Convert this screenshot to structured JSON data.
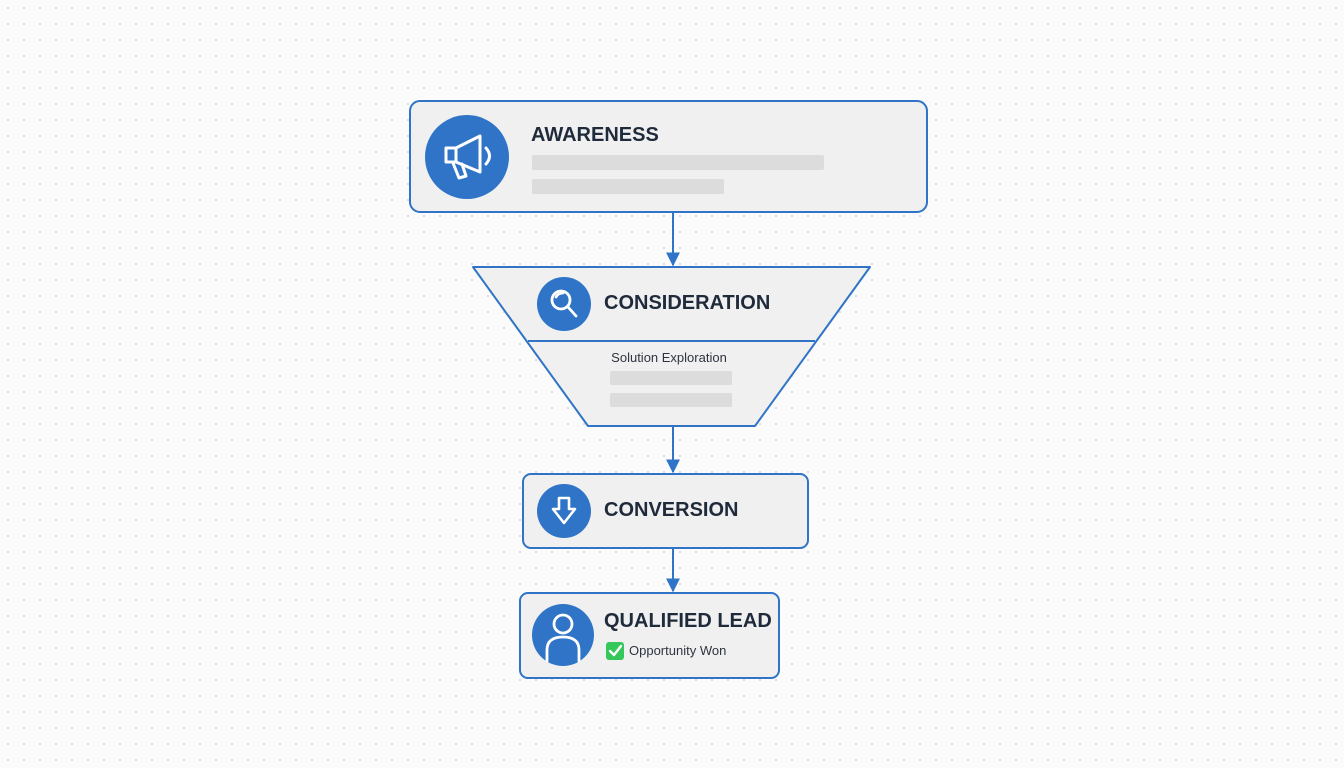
{
  "colors": {
    "accent": "#2f74c6",
    "box_fill": "#f0f0f1",
    "placeholder": "#dcdcdd",
    "title_text": "#1f2a3a",
    "check_green": "#34c759"
  },
  "stages": {
    "awareness": {
      "title": "AWARENESS",
      "icon": "megaphone-icon"
    },
    "consideration": {
      "title": "CONSIDERATION",
      "subtitle": "Solution Exploration",
      "icon": "magnifier-icon"
    },
    "conversion": {
      "title": "CONVERSION",
      "icon": "arrow-down-icon"
    },
    "qualified_lead": {
      "title": "QUALIFIED LEAD",
      "status": "Opportunity Won",
      "icon": "person-icon",
      "status_icon": "checkmark-icon"
    }
  }
}
